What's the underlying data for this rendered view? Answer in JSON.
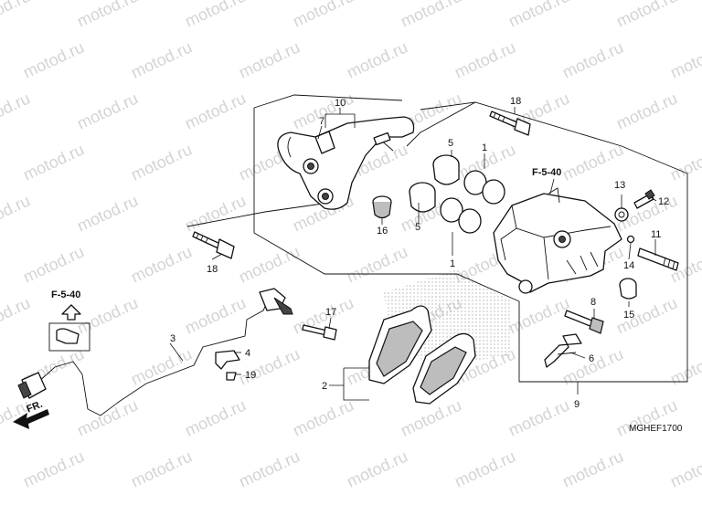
{
  "watermark": "motod.ru",
  "diagram_code": "MGHEF1700",
  "direction_label": "FR.",
  "ref_labels": {
    "top": "F-5-40",
    "left": "F-5-40"
  },
  "callouts": {
    "c1a": "1",
    "c1b": "1",
    "c2": "2",
    "c3": "3",
    "c4": "4",
    "c5a": "5",
    "c5b": "5",
    "c6": "6",
    "c7": "7",
    "c8": "8",
    "c9": "9",
    "c10": "10",
    "c11": "11",
    "c12": "12",
    "c13": "13",
    "c14": "14",
    "c15": "15",
    "c16": "16",
    "c17": "17",
    "c18a": "18",
    "c18b": "18",
    "c19": "19"
  }
}
